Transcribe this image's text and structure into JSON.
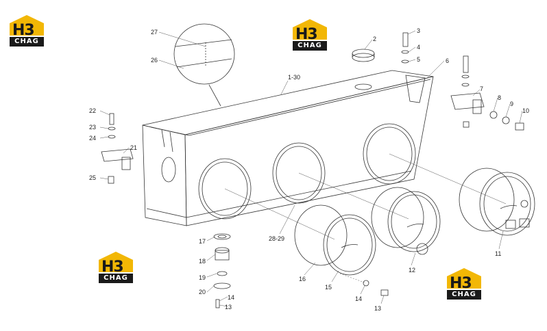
{
  "logo": {
    "mark": "H3",
    "band": "CHAG"
  },
  "colors": {
    "logo_yellow": "#f2b705",
    "logo_dark": "#1a1a1a",
    "line": "#333333",
    "leader": "#555555"
  },
  "callouts": {
    "c1_30": "1-30",
    "c2": "2",
    "c3": "3",
    "c4": "4",
    "c5": "5",
    "c6": "6",
    "c7": "7",
    "c8": "8",
    "c9": "9",
    "c10": "10",
    "c11": "11",
    "c12": "12",
    "c13a": "13",
    "c13b": "13",
    "c14a": "14",
    "c14b": "14",
    "c15": "15",
    "c16": "16",
    "c17": "17",
    "c18": "18",
    "c19": "19",
    "c20": "20",
    "c21": "21",
    "c22": "22",
    "c23": "23",
    "c24": "24",
    "c25": "25",
    "c26": "26",
    "c27": "27",
    "c28_29": "28-29"
  }
}
